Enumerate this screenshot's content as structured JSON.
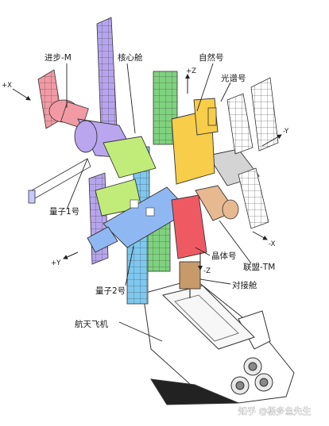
{
  "labels": {
    "progress_m": "进步-M",
    "core_module": "核心舱",
    "priroda": "自然号",
    "spektr": "光谱号",
    "kvant1": "量子1号",
    "kvant2": "量子2号",
    "kristall": "晶体号",
    "soyuz_tm": "联盟-TM",
    "docking_module": "对接舱",
    "space_shuttle": "航天飞机"
  },
  "axes": {
    "plus_x": "+X",
    "minus_x": "-X",
    "plus_y": "+Y",
    "minus_y": "-Y",
    "plus_z": "+Z",
    "minus_z": "-Z"
  },
  "watermark": "知乎 @杨多鱼先生",
  "colors": {
    "progress": "#f29aa4",
    "core": "#b9a6ef",
    "priroda": "#f7cd4a",
    "spektr": "#d4d4d4",
    "kvant1": "#c2ec7a",
    "kvant2": "#8fb8f2",
    "kristall": "#ef5a62",
    "soyuz": "#e6b990",
    "docking": "#c89a6a",
    "kvant_panel": "#7ec8f0",
    "core_panel": "#b7a4ee",
    "green_panel": "#7fd27f"
  }
}
